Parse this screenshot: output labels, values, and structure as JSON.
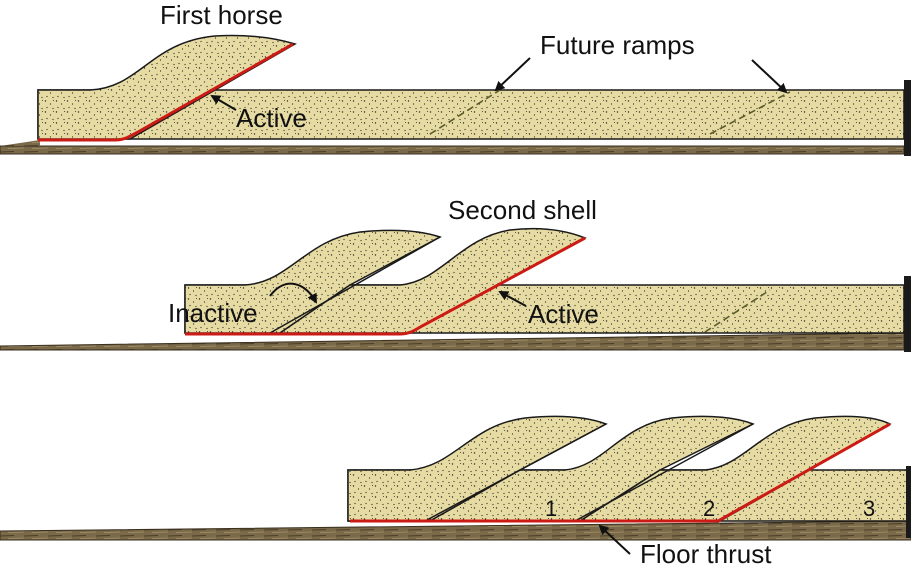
{
  "labels": {
    "first_horse": "First horse",
    "active_1": "Active",
    "future_ramps": "Future ramps",
    "second_shell": "Second shell",
    "inactive": "Inactive",
    "active_2": "Active",
    "floor_thrust": "Floor thrust",
    "horse_1": "1",
    "horse_2": "2",
    "horse_3": "3"
  },
  "colors": {
    "sediment": "#e6dba2",
    "basement": "#7a6a4a",
    "active_fault": "#cc1a14",
    "outline": "#1a1a1a"
  }
}
